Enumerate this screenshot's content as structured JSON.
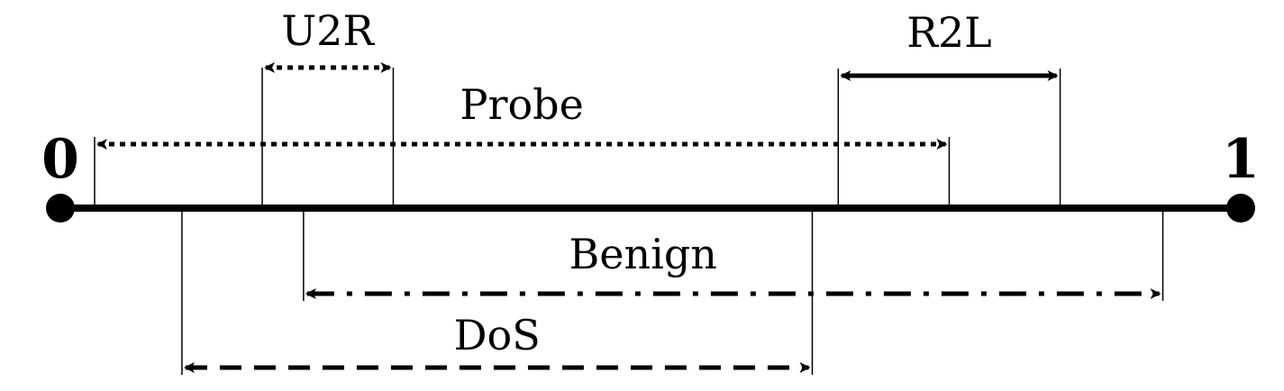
{
  "axis": {
    "start_label": "0",
    "end_label": "1",
    "min": 0,
    "max": 1
  },
  "ranges": [
    {
      "label": "U2R",
      "start": 0.171,
      "end": 0.282,
      "style": "dotted",
      "side": "above"
    },
    {
      "label": "R2L",
      "start": 0.659,
      "end": 0.847,
      "style": "solid",
      "side": "above"
    },
    {
      "label": "Probe",
      "start": 0.029,
      "end": 0.753,
      "style": "dotted",
      "side": "above"
    },
    {
      "label": "Benign",
      "start": 0.206,
      "end": 0.934,
      "style": "dash-dot",
      "side": "below"
    },
    {
      "label": "DoS",
      "start": 0.103,
      "end": 0.637,
      "style": "dashed",
      "side": "below"
    }
  ],
  "colors": {
    "stroke": "#000000",
    "background": "#ffffff"
  }
}
